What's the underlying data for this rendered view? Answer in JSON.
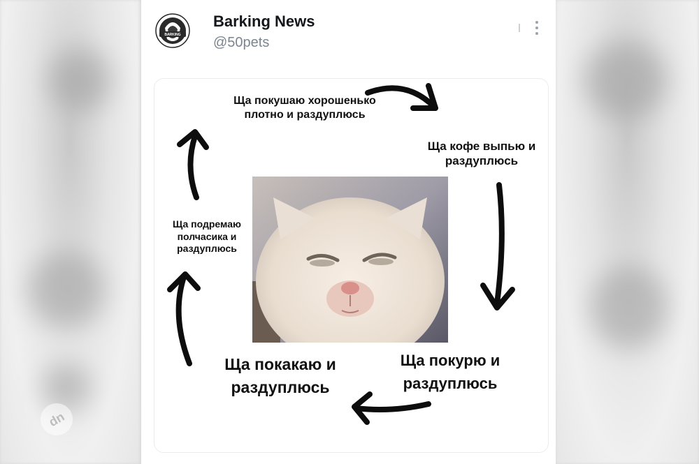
{
  "post": {
    "author_name": "Barking News",
    "author_handle": "@50pets"
  },
  "icons": {
    "avatar": "barking-news-logo",
    "more": "more-vertical-icon"
  },
  "meme": {
    "captions": {
      "eat": "Ща покушаю хорошенько плотно и раздуплюсь",
      "coffee": "Ща кофе выпью и раздуплюсь",
      "nap": "Ща подремаю полчасика и раздуплюсь",
      "poop": "Ща покакаю и раздуплюсь",
      "smoke": "Ща покурю и раздуплюсь"
    },
    "center_image": "sleepy-white-kitten-photo"
  },
  "watermark": {
    "text": "dn"
  }
}
